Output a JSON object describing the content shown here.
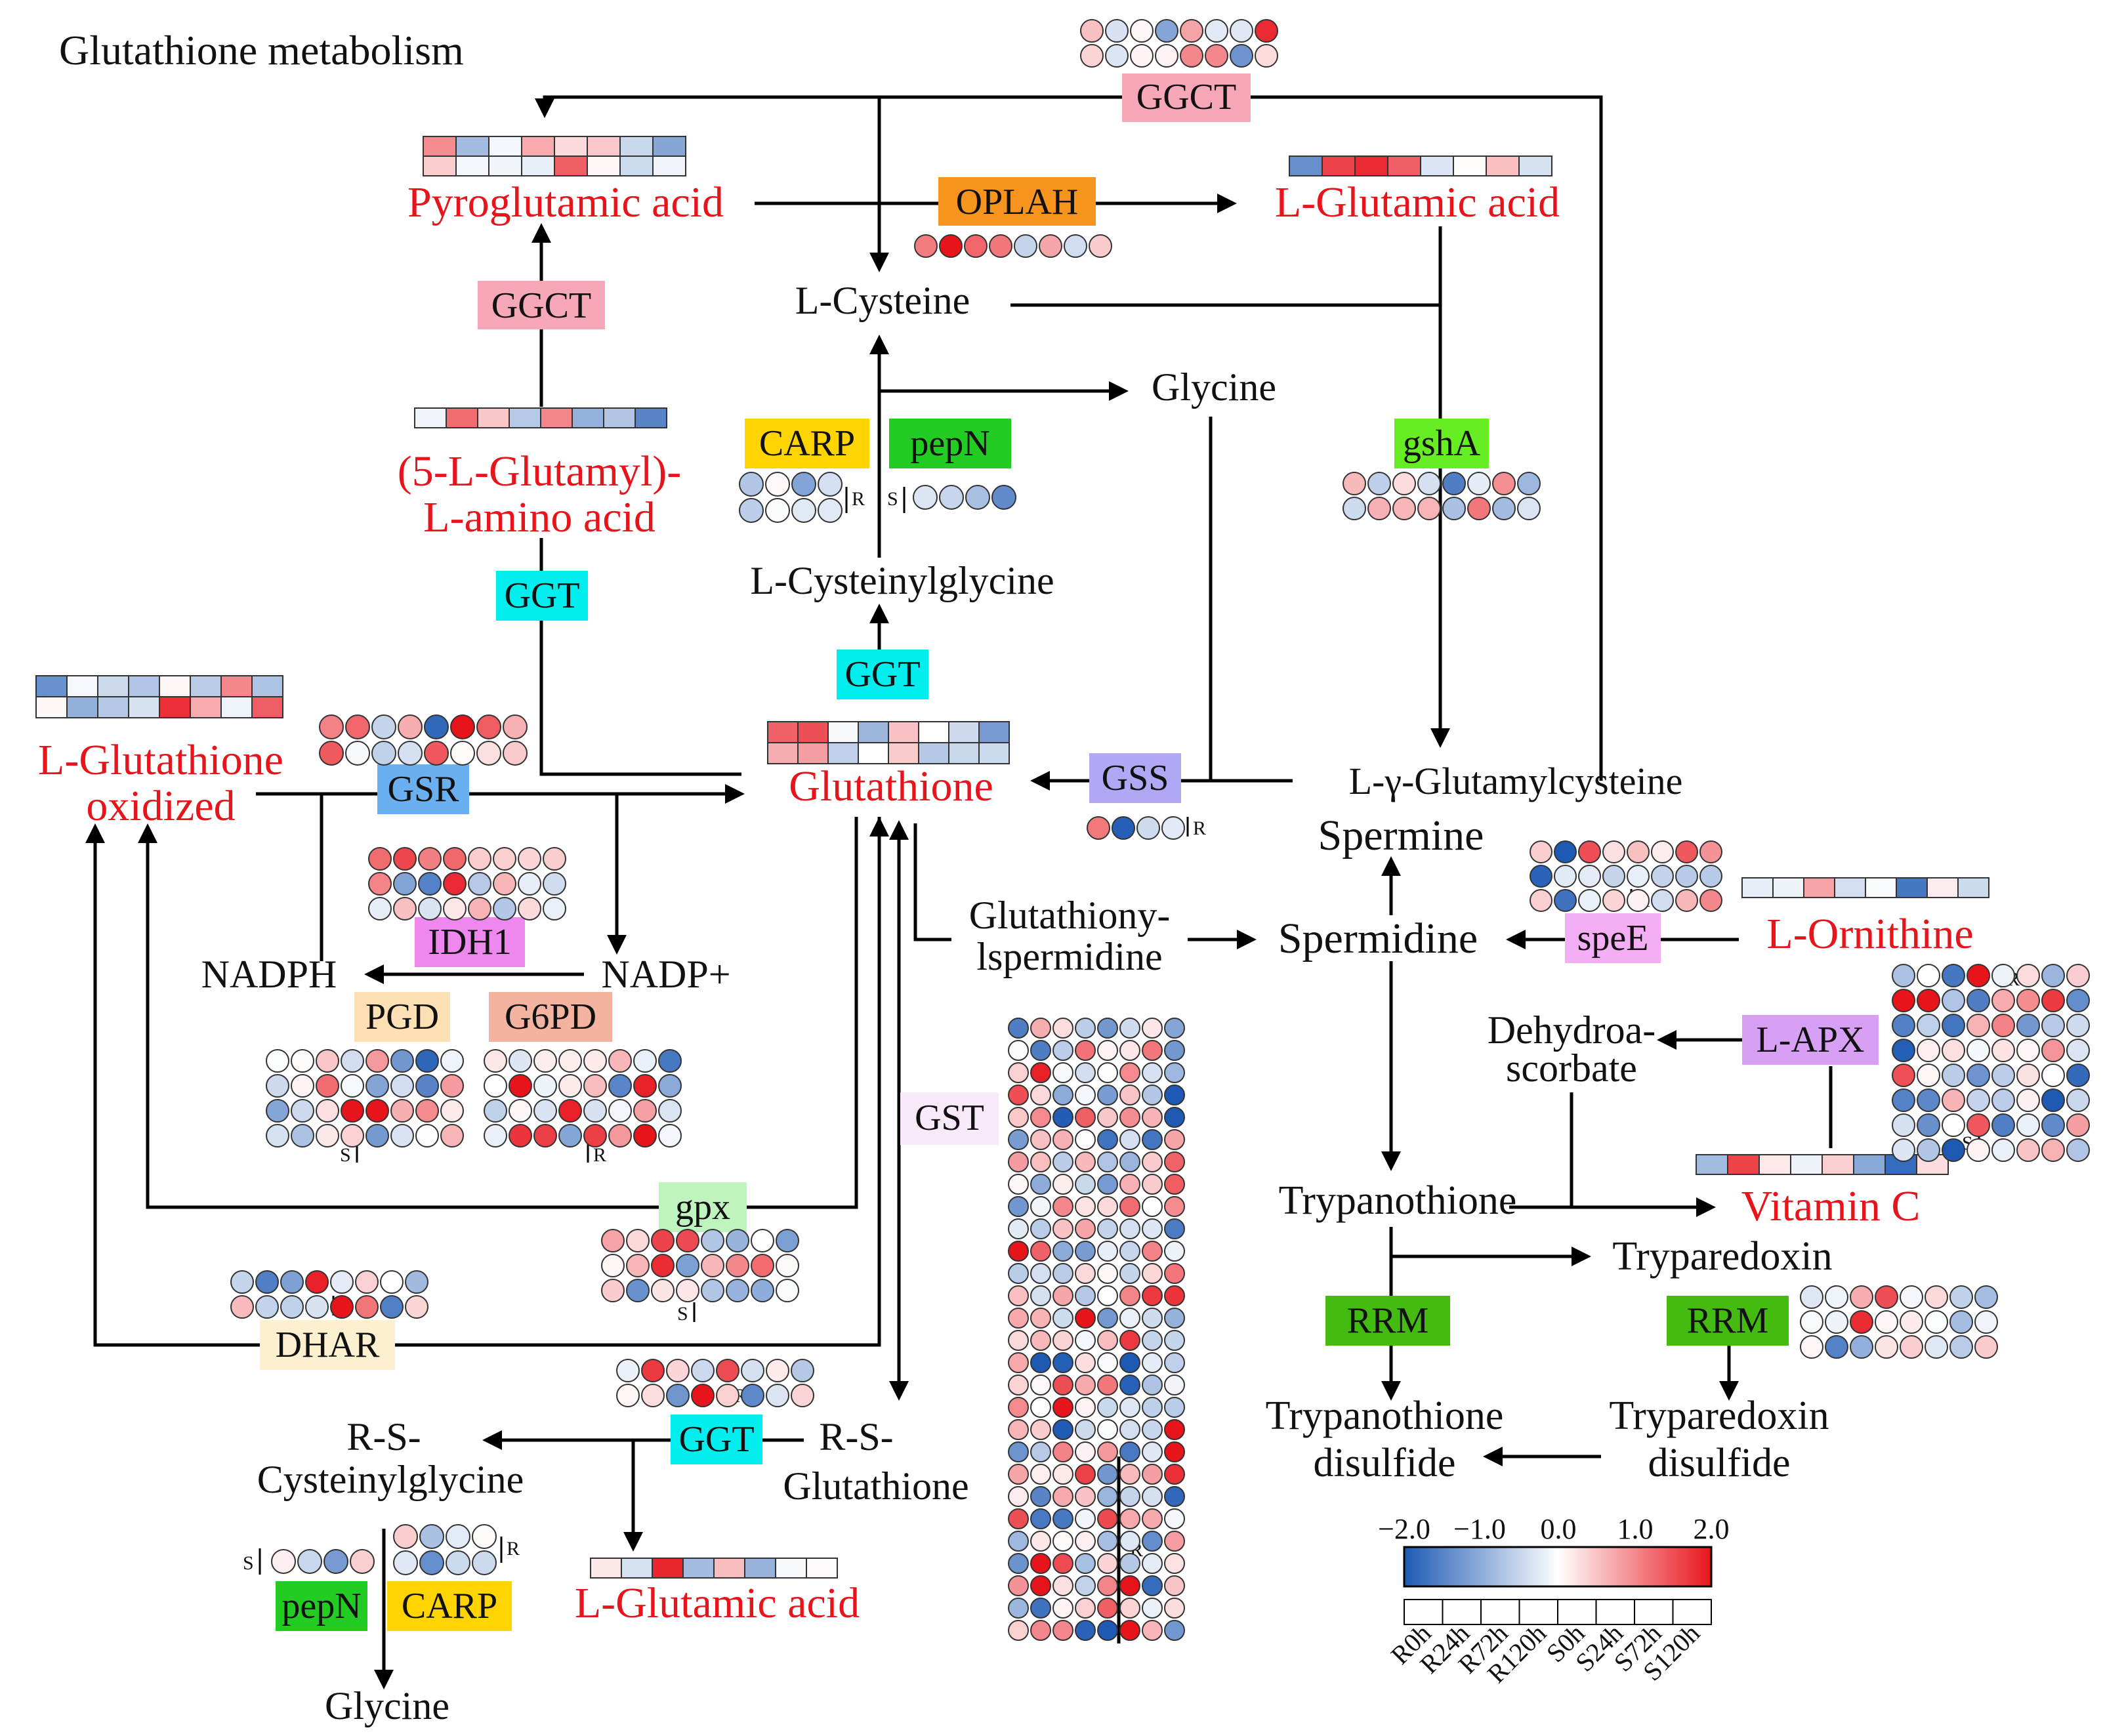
{
  "title": "Glutathione metabolism",
  "colors": {
    "metabolite": "#e8141c",
    "compound": "#111111",
    "scale_neg": "#1e5ab4",
    "scale_mid": "#ffffff",
    "scale_pos": "#e8141c"
  },
  "enzymes": {
    "ggct_top": {
      "label": "GGCT",
      "color": "#f7a8b8"
    },
    "oplah": {
      "label": "OPLAH",
      "color": "#f7941d"
    },
    "ggct_left": {
      "label": "GGCT",
      "color": "#f7a8b8"
    },
    "carp_top": {
      "label": "CARP",
      "color": "#ffd400"
    },
    "pepn_top": {
      "label": "pepN",
      "color": "#22cc22"
    },
    "gsha": {
      "label": "gshA",
      "color": "#66ee22"
    },
    "ggt_left": {
      "label": "GGT",
      "color": "#00eeee"
    },
    "ggt_mid": {
      "label": "GGT",
      "color": "#00eeee"
    },
    "gsr": {
      "label": "GSR",
      "color": "#6ab0f0"
    },
    "gss": {
      "label": "GSS",
      "color": "#b0a8f4"
    },
    "idh1": {
      "label": "IDH1",
      "color": "#ee88ee"
    },
    "pgd": {
      "label": "PGD",
      "color": "#fde0b4"
    },
    "g6pd": {
      "label": "G6PD",
      "color": "#f4b2a0"
    },
    "gst": {
      "label": "GST",
      "color": "#f8eaf8"
    },
    "spee": {
      "label": "speE",
      "color": "#f4aef4"
    },
    "lapx": {
      "label": "L-APX",
      "color": "#d8a0f4"
    },
    "gpx": {
      "label": "gpx",
      "color": "#bff4bf"
    },
    "dhar": {
      "label": "DHAR",
      "color": "#fdf0d0"
    },
    "ggt_bottom": {
      "label": "GGT",
      "color": "#00eeee"
    },
    "pepn_bottom": {
      "label": "pepN",
      "color": "#22cc22"
    },
    "carp_bottom": {
      "label": "CARP",
      "color": "#ffd400"
    },
    "rrm_left": {
      "label": "RRM",
      "color": "#44bb11"
    },
    "rrm_right": {
      "label": "RRM",
      "color": "#44bb11"
    }
  },
  "metabolites": {
    "pyroglutamic": "Pyroglutamic acid",
    "glutamic_top": "L-Glutamic acid",
    "glutamyl_1": "(5-L-Glutamyl)-",
    "glutamyl_2": "L-amino acid",
    "gsh_oxidized_1": "L-Glutathione",
    "gsh_oxidized_2": "oxidized",
    "glutathione": "Glutathione",
    "ornithine": "L-Ornithine",
    "vitamin_c": "Vitamin C",
    "glutamic_bottom": "L-Glutamic acid"
  },
  "compounds": {
    "cysteine": "L-Cysteine",
    "glycine_top": "Glycine",
    "cysteinylglycine": "L-Cysteinylglycine",
    "glutamylcysteine": "L-γ-Glutamylcysteine",
    "spermine": "Spermine",
    "spermidine": "Spermidine",
    "glutathionyl_1": "Glutathiony-",
    "glutathionyl_2": "lspermidine",
    "nadph": "NADPH",
    "nadp": "NADP+",
    "dehydro_1": "Dehydroa-",
    "dehydro_2": "scorbate",
    "trypanothione": "Trypanothione",
    "tryparedoxin": "Tryparedoxin",
    "tryp_disulfide_1": "Trypanothione",
    "tryp_disulfide_2": "disulfide",
    "tryx_disulfide_1": "Tryparedoxin",
    "tryx_disulfide_2": "disulfide",
    "rs_cys_1": "R-S-",
    "rs_cys_2": "Cysteinylglycine",
    "rs_glu_1": "R-S-",
    "rs_glu_2": "Glutathione",
    "glycine_bottom": "Glycine"
  },
  "group_marks": {
    "r": "R",
    "s": "S"
  },
  "legend": {
    "ticks": [
      "−2.0",
      "−1.0",
      "0.0",
      "1.0",
      "2.0"
    ],
    "samples": [
      "R0h",
      "R24h",
      "R72h",
      "R120h",
      "S0h",
      "S24h",
      "S72h",
      "S120h"
    ],
    "min": -2.0,
    "max": 2.0
  }
}
